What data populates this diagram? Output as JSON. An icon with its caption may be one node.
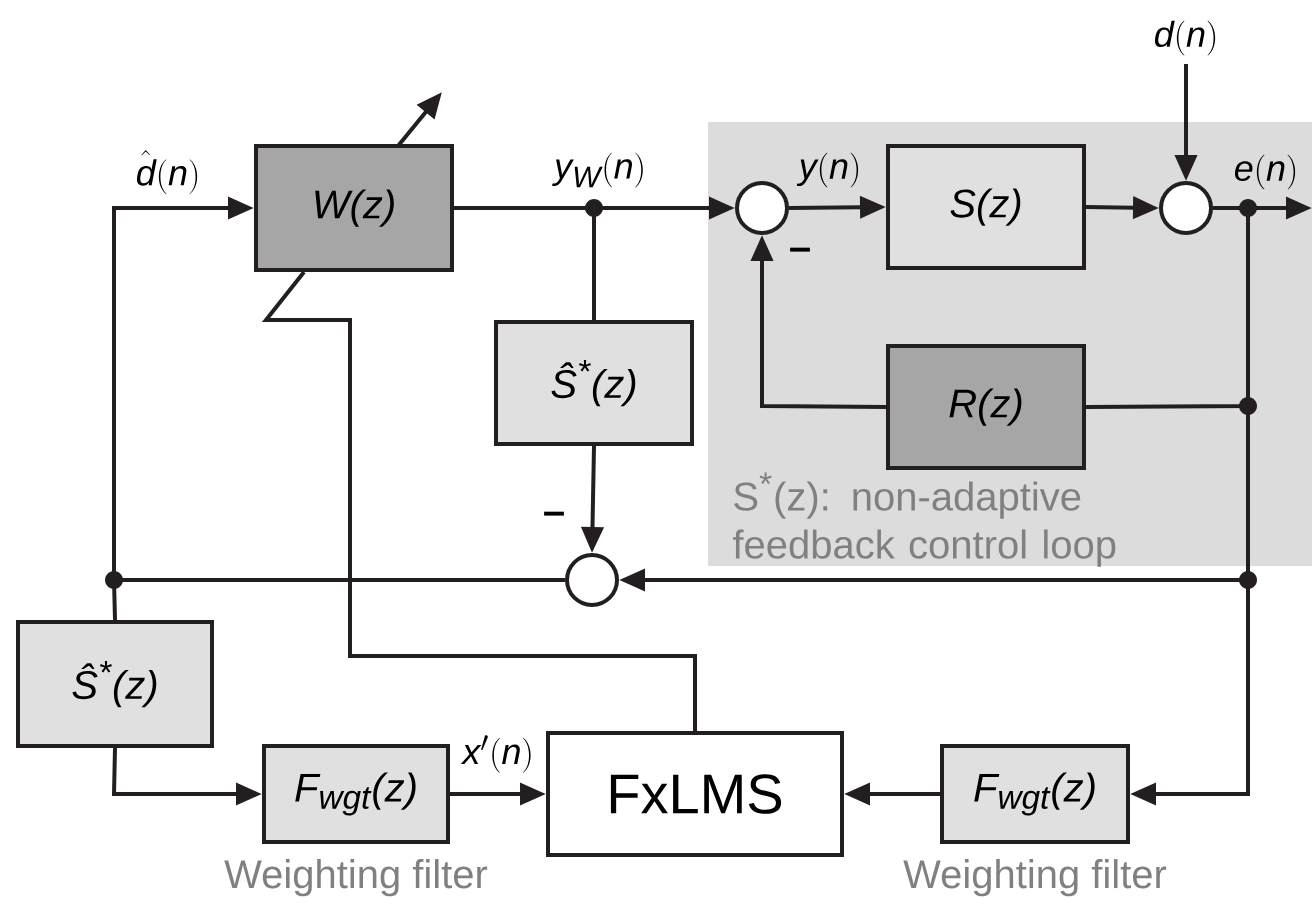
{
  "diagram": {
    "nodes": [
      {
        "text": [
          "S$^{*}$(z): non-adaptive feedback control loop"
        ]
      },
      {
        "text": [
          "W(z)"
        ]
      },
      {
        "text": [
          "Ŝ$^{*}$(z)"
        ]
      },
      {
        "text": [],
        "shape": "circle",
        "in": 0
      },
      {
        "text": [
          "S(z)"
        ],
        "in": 0
      },
      {
        "text": [],
        "shape": "circle",
        "in": 0
      },
      {
        "text": [
          "R(z)"
        ],
        "in": 0
      },
      {
        "text": [],
        "shape": "circle"
      },
      {
        "text": [
          "Ŝ$^{*}$(z)"
        ]
      },
      {
        "text": [
          "F$_{wgt}$(z)"
        ],
        "beside": [
          "Weighting filter"
        ]
      },
      {
        "text": [
          "FxLMS"
        ]
      },
      {
        "text": [
          "F$_{wgt}$(z)"
        ],
        "beside": [
          "Weighting filter"
        ]
      }
    ],
    "edges": [
      {
        "from": 7,
        "to": 1,
        "arrow": "to",
        "label": "\\hat{d}(n)"
      },
      {
        "from": 7,
        "to": 8,
        "arrow": "none"
      },
      {
        "from": 1,
        "to": 3,
        "arrow": "to",
        "label": "y_{W}(n)"
      },
      {
        "from": 1,
        "to": 2,
        "arrow": "none"
      },
      {
        "from": 2,
        "to": 7,
        "arrow": "to"
      },
      {
        "from": 3,
        "to": 4,
        "arrow": "to",
        "label": "y(n)"
      },
      {
        "from": 4,
        "to": 5,
        "arrow": "to"
      },
      {
        "from": null,
        "to": 5,
        "arrow": "to",
        "label": "d(n)"
      },
      {
        "from": 5,
        "to": null,
        "arrow": "to",
        "label": "e(n)"
      },
      {
        "from": 5,
        "to": 6,
        "arrow": "none"
      },
      {
        "from": 6,
        "to": 3,
        "arrow": "to"
      },
      {
        "from": 5,
        "to": 7,
        "arrow": "to"
      },
      {
        "from": 5,
        "to": 11,
        "arrow": "to"
      },
      {
        "from": 8,
        "to": 9,
        "arrow": "to"
      },
      {
        "from": 9,
        "to": 10,
        "arrow": "to",
        "label": "x'(n)"
      },
      {
        "from": 11,
        "to": 10,
        "arrow": "to"
      },
      {
        "from": 10,
        "to": 1,
        "arrow": "none"
      }
    ],
    "labels": [
      "–",
      "–"
    ]
  }
}
